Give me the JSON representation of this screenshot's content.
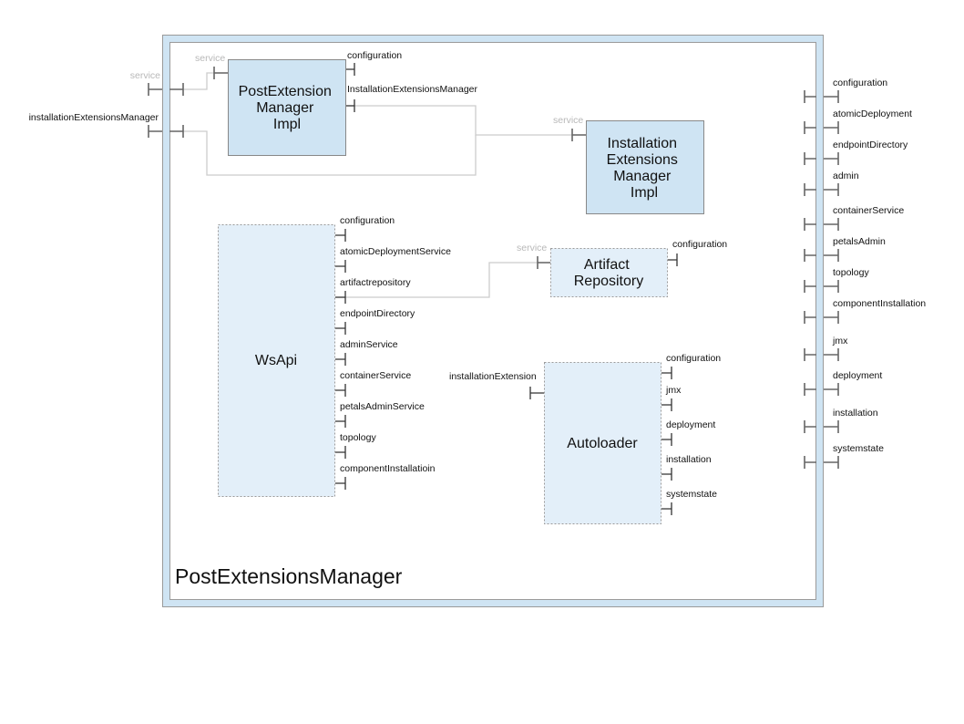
{
  "diagram": {
    "title": "PostExtensionsManager",
    "colors": {
      "frame_border": "#b4d4e8",
      "frame_edge": "#999999",
      "impl_fill": "#cfe4f3",
      "api_fill": "#e3eff9",
      "wire": "#cccccc",
      "text": "#111111",
      "grey_text": "#b8b8b8"
    },
    "outer_ports_left": [
      {
        "label": "service",
        "style": "grey"
      },
      {
        "label": "installationExtensionsManager",
        "style": "normal"
      }
    ],
    "outer_ports_right": [
      "configuration",
      "atomicDeployment",
      "endpointDirectory",
      "admin",
      "containerService",
      "petalsAdmin",
      "topology",
      "componentInstallation",
      "jmx",
      "deployment",
      "installation",
      "systemstate"
    ],
    "components": {
      "post_extension_manager_impl": {
        "title_lines": [
          "PostExtension",
          "Manager",
          "Impl"
        ],
        "service_label": "service",
        "ports": [
          "configuration",
          "InstallationExtensionsManager"
        ]
      },
      "installation_extensions_manager_impl": {
        "title_lines": [
          "Installation",
          "Extensions",
          "Manager",
          "Impl"
        ],
        "service_label": "service"
      },
      "wsapi": {
        "title_lines": [
          "WsApi"
        ],
        "ports": [
          "configuration",
          "atomicDeploymentService",
          "artifactrepository",
          "endpointDirectory",
          "adminService",
          "containerService",
          "petalsAdminService",
          "topology",
          "componentInstallatioin"
        ]
      },
      "artifact_repository": {
        "title_lines": [
          "Artifact",
          "Repository"
        ],
        "service_label": "service",
        "ports": [
          "configuration"
        ]
      },
      "autoloader": {
        "title_lines": [
          "Autoloader"
        ],
        "service_label": "installationExtension",
        "ports": [
          "configuration",
          "jmx",
          "deployment",
          "installation",
          "systemstate"
        ]
      }
    }
  }
}
